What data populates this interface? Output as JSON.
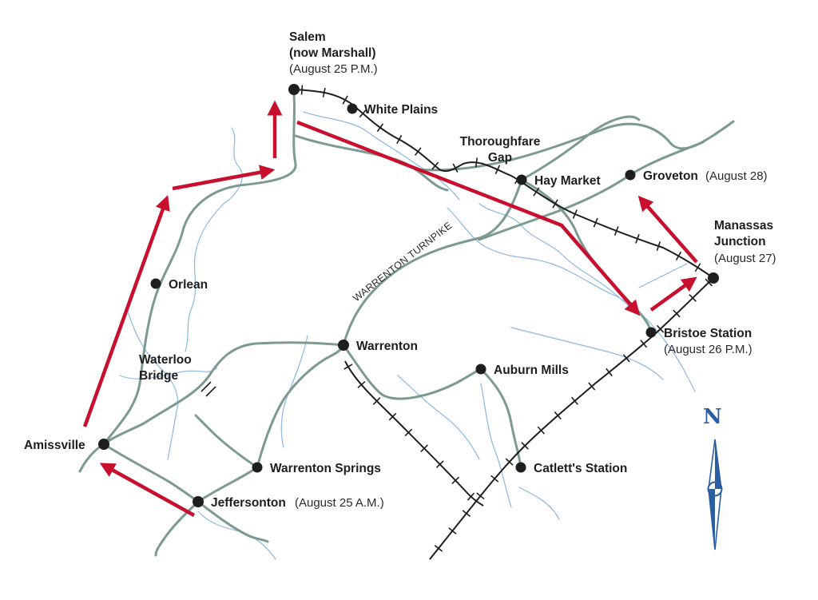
{
  "places": {
    "salem": {
      "name": "Salem",
      "alt": "(now Marshall)",
      "date": "(August 25 P.M.)"
    },
    "white_plains": {
      "name": "White Plains"
    },
    "thoroughfare_gap": {
      "line1": "Thoroughfare",
      "line2": "Gap"
    },
    "hay_market": {
      "name": "Hay Market"
    },
    "groveton": {
      "name": "Groveton",
      "date": "(August 28)"
    },
    "manassas": {
      "line1": "Manassas",
      "line2": "Junction",
      "date": "(August 27)"
    },
    "bristoe": {
      "name": "Bristoe Station",
      "date": "(August 26 P.M.)"
    },
    "orlean": {
      "name": "Orlean"
    },
    "waterloo": {
      "line1": "Waterloo",
      "line2": "Bridge"
    },
    "warrenton": {
      "name": "Warrenton"
    },
    "auburn_mills": {
      "name": "Auburn Mills"
    },
    "amissville": {
      "name": "Amissville"
    },
    "warrenton_springs": {
      "name": "Warrenton Springs"
    },
    "catletts": {
      "name": "Catlett's Station"
    },
    "jeffersonton": {
      "name": "Jeffersonton",
      "date": "(August 25 A.M.)"
    }
  },
  "roads": {
    "warrenton_turnpike": "WARRENTON TURNPIKE"
  },
  "compass": {
    "north": "N"
  },
  "colors": {
    "route": "#c8102e",
    "road": "#7c9a92",
    "river": "#8cb8e0",
    "railroad": "#1e1e1e",
    "compass": "#2b5ea0"
  }
}
